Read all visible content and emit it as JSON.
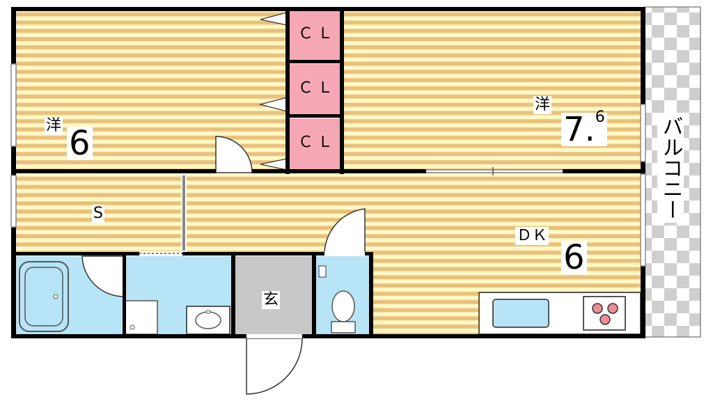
{
  "rooms": {
    "western_left": {
      "kanji": "洋",
      "size": "6"
    },
    "western_right": {
      "kanji": "洋",
      "size": "7.",
      "size_sup": "6"
    },
    "storage_room": {
      "label": "S"
    },
    "dining_kitchen": {
      "label": "ＤＫ",
      "size": "6"
    },
    "entrance": {
      "label": "玄"
    },
    "balcony": {
      "label": "バルコニー"
    }
  },
  "closets": [
    "ＣＬ",
    "ＣＬ",
    "ＣＬ"
  ],
  "colors": {
    "floor_light": "#fff7c4",
    "floor_dark": "#e9c17d",
    "closet": "#f5a7b5",
    "wet_area": "#b7e4f7",
    "entrance": "#c8c8c8",
    "wall": "#000000",
    "balcony_check": "#cfcfcf"
  }
}
